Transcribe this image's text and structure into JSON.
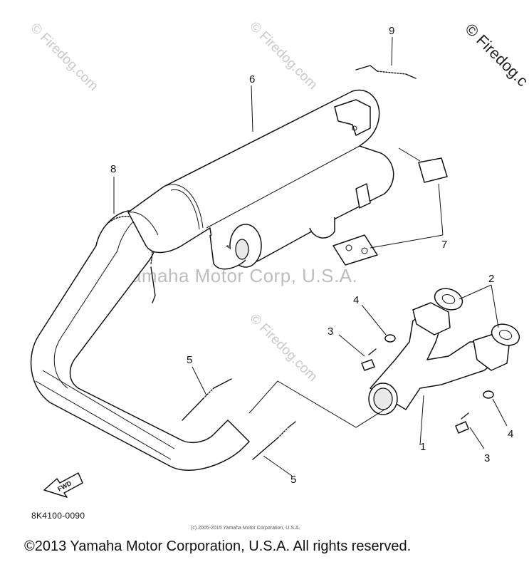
{
  "watermarks": {
    "firedog_repeat": "© Firedog.com",
    "firedog_corner": "© Firedog.c",
    "center": "Yamaha Motor Corp, U.S.A."
  },
  "part_numbers": {
    "p1": "1",
    "p2": "2",
    "p3a": "3",
    "p3b": "3",
    "p4a": "4",
    "p4b": "4",
    "p5a": "5",
    "p5b": "5",
    "p6": "6",
    "p7": "7",
    "p8": "8",
    "p9": "9"
  },
  "fwd_label": "FWD",
  "diagram_code": "8K4100-0090",
  "small_copyright": "(c) 2005-2015 Yamaha Motor Corporation, U.S.A.",
  "footer_copyright": "©2013 Yamaha Motor Corporation, U.S.A. All rights reserved."
}
